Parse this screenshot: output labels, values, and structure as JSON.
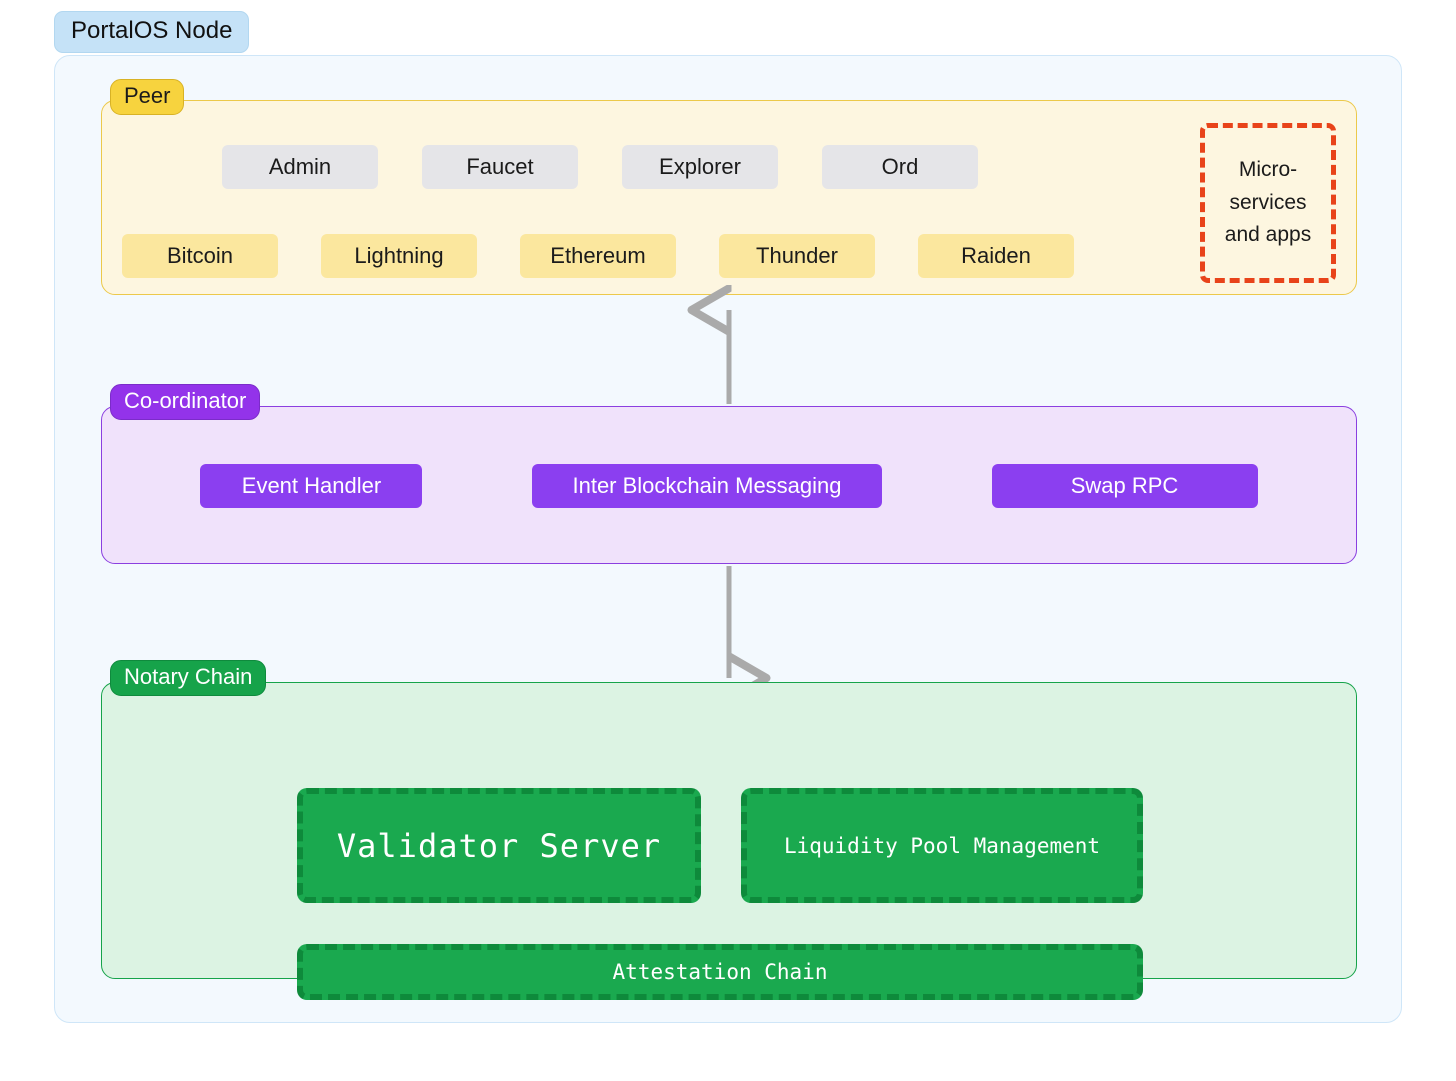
{
  "diagram": {
    "title": "PortalOS Node",
    "colors": {
      "outer_bg": "#f3f9fe",
      "outer_border": "#cfe6f8",
      "title_badge_bg": "#c5e2f7",
      "peer_bg": "#fdf6e0",
      "peer_border": "#ecc94b",
      "peer_badge_bg": "#f7d33e",
      "service_chip_bg": "#e5e5e8",
      "chain_chip_bg": "#fbe79e",
      "microservices_border": "#e8431a",
      "coordinator_bg": "#f0e2fb",
      "coordinator_border": "#8b3fe0",
      "coordinator_chip_bg": "#8b3ff0",
      "notary_bg": "#dcf3e3",
      "notary_border": "#16a34a",
      "notary_block_bg": "#1aa94f",
      "notary_block_border": "#0e8a3b",
      "arrow": "#aaaaaa"
    }
  },
  "peer": {
    "badge": "Peer",
    "services": [
      {
        "label": "Admin"
      },
      {
        "label": "Faucet"
      },
      {
        "label": "Explorer"
      },
      {
        "label": "Ord"
      }
    ],
    "chains": [
      {
        "label": "Bitcoin"
      },
      {
        "label": "Lightning"
      },
      {
        "label": "Ethereum"
      },
      {
        "label": "Thunder"
      },
      {
        "label": "Raiden"
      }
    ],
    "microservices": {
      "line1": "Micro-",
      "line2": "services",
      "line3": "and apps"
    }
  },
  "coordinator": {
    "badge": "Co-ordinator",
    "items": [
      {
        "label": "Event Handler"
      },
      {
        "label": "Inter Blockchain Messaging"
      },
      {
        "label": "Swap RPC"
      }
    ]
  },
  "notary": {
    "badge": "Notary Chain",
    "blocks": [
      {
        "label": "Validator Server"
      },
      {
        "label": "Liquidity Pool Management"
      }
    ],
    "attestation": {
      "label": "Attestation Chain"
    }
  },
  "arrows": [
    {
      "name": "coordinator-to-peer",
      "direction": "up"
    },
    {
      "name": "coordinator-to-notary",
      "direction": "down"
    }
  ]
}
